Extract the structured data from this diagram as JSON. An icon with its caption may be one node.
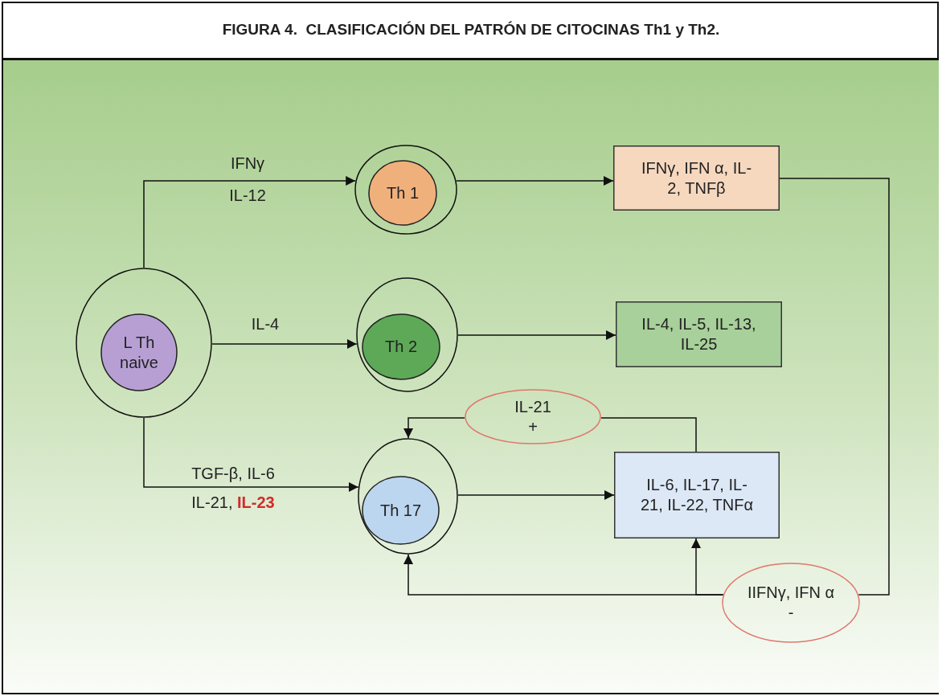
{
  "diagram": {
    "title": "FIGURA 4.  CLASIFICACIÓN DEL PATRÓN DE CITOCINAS Th1 y Th2.",
    "nodes": [
      {
        "text": [],
        "shape": "circle"
      },
      {
        "text": [
          "L Th naive"
        ],
        "in": 0
      },
      {
        "text": [],
        "shape": "circle"
      },
      {
        "text": [
          "Th 1"
        ],
        "in": 2
      },
      {
        "text": [],
        "shape": "circle"
      },
      {
        "text": [
          "Th 2"
        ],
        "in": 4
      },
      {
        "text": [],
        "shape": "circle"
      },
      {
        "text": [
          "Th 17"
        ],
        "in": 6
      },
      {
        "text": [
          "IFNγ, IFN α, IL-2, TNFβ"
        ]
      },
      {
        "text": [
          "IL-4, IL-5, IL-13, IL-25"
        ]
      },
      {
        "text": [
          "IL-6, IL-17, IL-21, IL-22, TNFα"
        ]
      },
      {
        "text": [
          "IL-21",
          "+"
        ]
      },
      {
        "text": [
          "IIFNγ, IFN α",
          "-"
        ]
      }
    ],
    "edges": [
      {
        "from": 0,
        "to": 2,
        "arrow": "to",
        "label": "IFNγ IL-12"
      },
      {
        "from": 0,
        "to": 4,
        "arrow": "to",
        "label": "IL-4"
      },
      {
        "from": 0,
        "to": 6,
        "arrow": "to",
        "label": "TGF-β, IL-6 IL-21, **IL-23**"
      },
      {
        "from": 2,
        "to": 8,
        "arrow": "to"
      },
      {
        "from": 4,
        "to": 9,
        "arrow": "to"
      },
      {
        "from": 6,
        "to": 10,
        "arrow": "to"
      },
      {
        "from": 10,
        "to": 11,
        "arrow": "none"
      },
      {
        "from": 11,
        "to": 6,
        "arrow": "to"
      },
      {
        "from": 8,
        "to": 12,
        "arrow": "none"
      },
      {
        "from": 12,
        "to": 6,
        "arrow": "to"
      },
      {
        "from": 12,
        "to": 10,
        "arrow": "to"
      }
    ]
  }
}
